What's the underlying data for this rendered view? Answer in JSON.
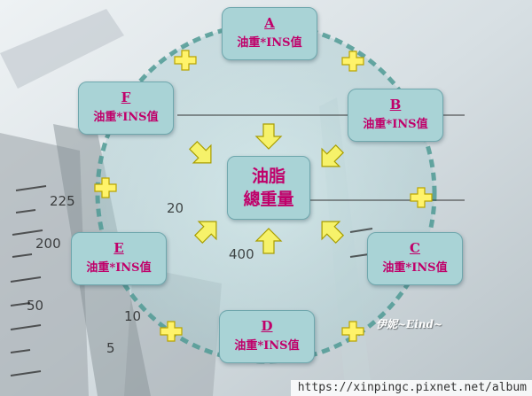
{
  "center": {
    "line1": "油脂",
    "line2": "總重量"
  },
  "boxes": {
    "a": {
      "letter": "A",
      "formula": "油重*INS值"
    },
    "b": {
      "letter": "B",
      "formula": "油重*INS值"
    },
    "c": {
      "letter": "C",
      "formula": "油重*INS值"
    },
    "d": {
      "letter": "D",
      "formula": "油重*INS值"
    },
    "e": {
      "letter": "E",
      "formula": "油重*INS值"
    },
    "f": {
      "letter": "F",
      "formula": "油重*INS值"
    }
  },
  "plus_icon": "plus-icon",
  "arrow_icon": "arrow-icon",
  "background_ticks": [
    "225",
    "200",
    "20",
    "400",
    "50",
    "10",
    "5"
  ],
  "signature": "伊妮~Eind~",
  "watermark": "https://xinpingc.pixnet.net/album",
  "colors": {
    "box_fill": "#a9d3d6",
    "text": "#c0006a",
    "plus_fill": "#fff36a",
    "arrow_fill": "#f6f26a"
  }
}
